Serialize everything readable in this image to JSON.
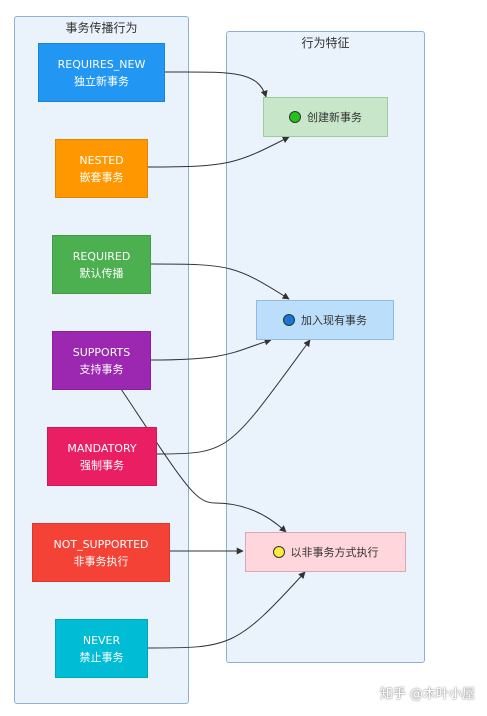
{
  "groups": {
    "left_title": "事务传播行为",
    "right_title": "行为特征"
  },
  "propagation": [
    {
      "name": "REQUIRES_NEW",
      "desc": "独立新事务",
      "color": "#2196f3"
    },
    {
      "name": "NESTED",
      "desc": "嵌套事务",
      "color": "#ff9800"
    },
    {
      "name": "REQUIRED",
      "desc": "默认传播",
      "color": "#4caf50"
    },
    {
      "name": "SUPPORTS",
      "desc": "支持事务",
      "color": "#9c27b0"
    },
    {
      "name": "MANDATORY",
      "desc": "强制事务",
      "color": "#e91e63"
    },
    {
      "name": "NOT_SUPPORTED",
      "desc": "非事务执行",
      "color": "#f44336"
    },
    {
      "name": "NEVER",
      "desc": "禁止事务",
      "color": "#00bcd4"
    }
  ],
  "features": [
    {
      "label": "创建新事务",
      "dot_color": "#22c31f",
      "bg": "#c8e6c9",
      "border": "#9ccc9c"
    },
    {
      "label": "加入现有事务",
      "dot_color": "#1976d2",
      "bg": "#bbdefb",
      "border": "#90b8e8"
    },
    {
      "label": "以非事务方式执行",
      "dot_color": "#ffeb3b",
      "bg": "#ffd6dc",
      "border": "#d8a8b8"
    }
  ],
  "watermark": "知乎 @木叶小屋"
}
